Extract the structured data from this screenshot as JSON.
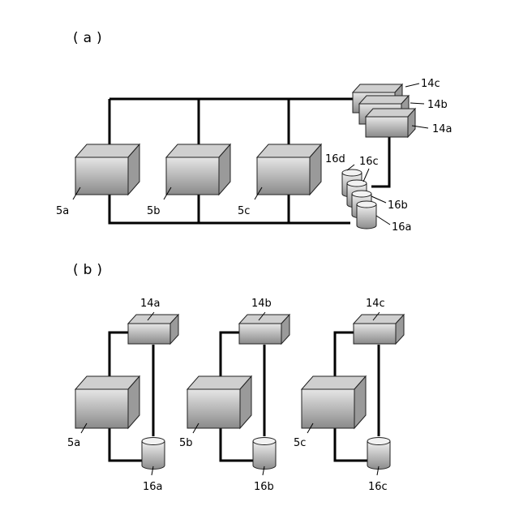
{
  "panel_a": {
    "label": "(a)",
    "servers": [
      "5a",
      "5b",
      "5c"
    ],
    "switches": [
      "14a",
      "14b",
      "14c"
    ],
    "storages": [
      "16a",
      "16b",
      "16c",
      "16d"
    ]
  },
  "panel_b": {
    "label": "(b)",
    "servers": [
      "5a",
      "5b",
      "5c"
    ],
    "switches": [
      "14a",
      "14b",
      "14c"
    ],
    "storages": [
      "16a",
      "16b",
      "16c"
    ]
  },
  "colors": {
    "line": "#000000",
    "box_front_top": "#e6e6e6",
    "box_front_bottom": "#8a8a8a",
    "box_top": "#cfcfcf",
    "box_side": "#9a9a9a",
    "cyl_light": "#f2f2f2",
    "cyl_dark": "#8c8c8c"
  }
}
